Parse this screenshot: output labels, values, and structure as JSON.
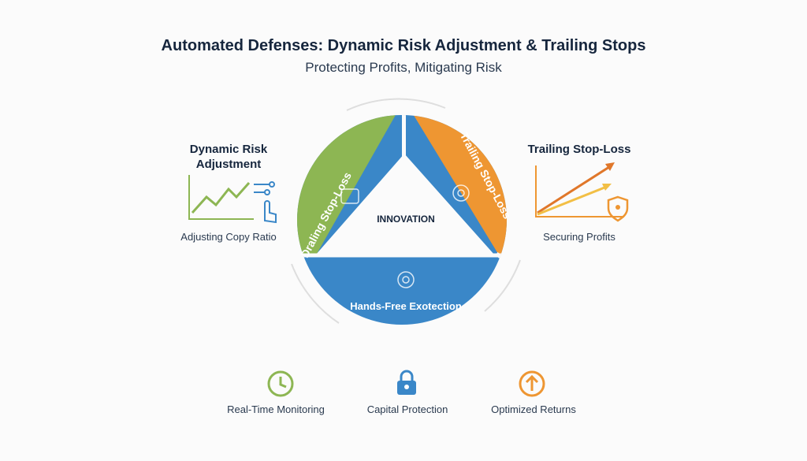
{
  "title": "Automated Defenses: Dynamic Risk Adjustment & Trailing Stops",
  "subtitle": "Protecting Profits, Mitigating Risk",
  "left": {
    "title_line1": "Dynamic Risk",
    "title_line2": "Adjustment",
    "caption": "Adjusting Copy Ratio"
  },
  "right": {
    "title": "Trailing Stop-Loss",
    "caption": "Securing Profits"
  },
  "cycle": {
    "center": "INNOVATION",
    "green": "Draling Stop-Loss",
    "orange": "Trailing Stop-Loss",
    "blue": "Hands-Free Exotection"
  },
  "colors": {
    "green": "#8db653",
    "orange": "#ee9632",
    "blue": "#3a87c8",
    "navy": "#16263d"
  },
  "bottom": [
    {
      "icon": "clock-icon",
      "label": "Real-Time Monitoring"
    },
    {
      "icon": "lock-icon",
      "label": "Capital Protection"
    },
    {
      "icon": "arrow-up-circle-icon",
      "label": "Optimized Returns"
    }
  ]
}
